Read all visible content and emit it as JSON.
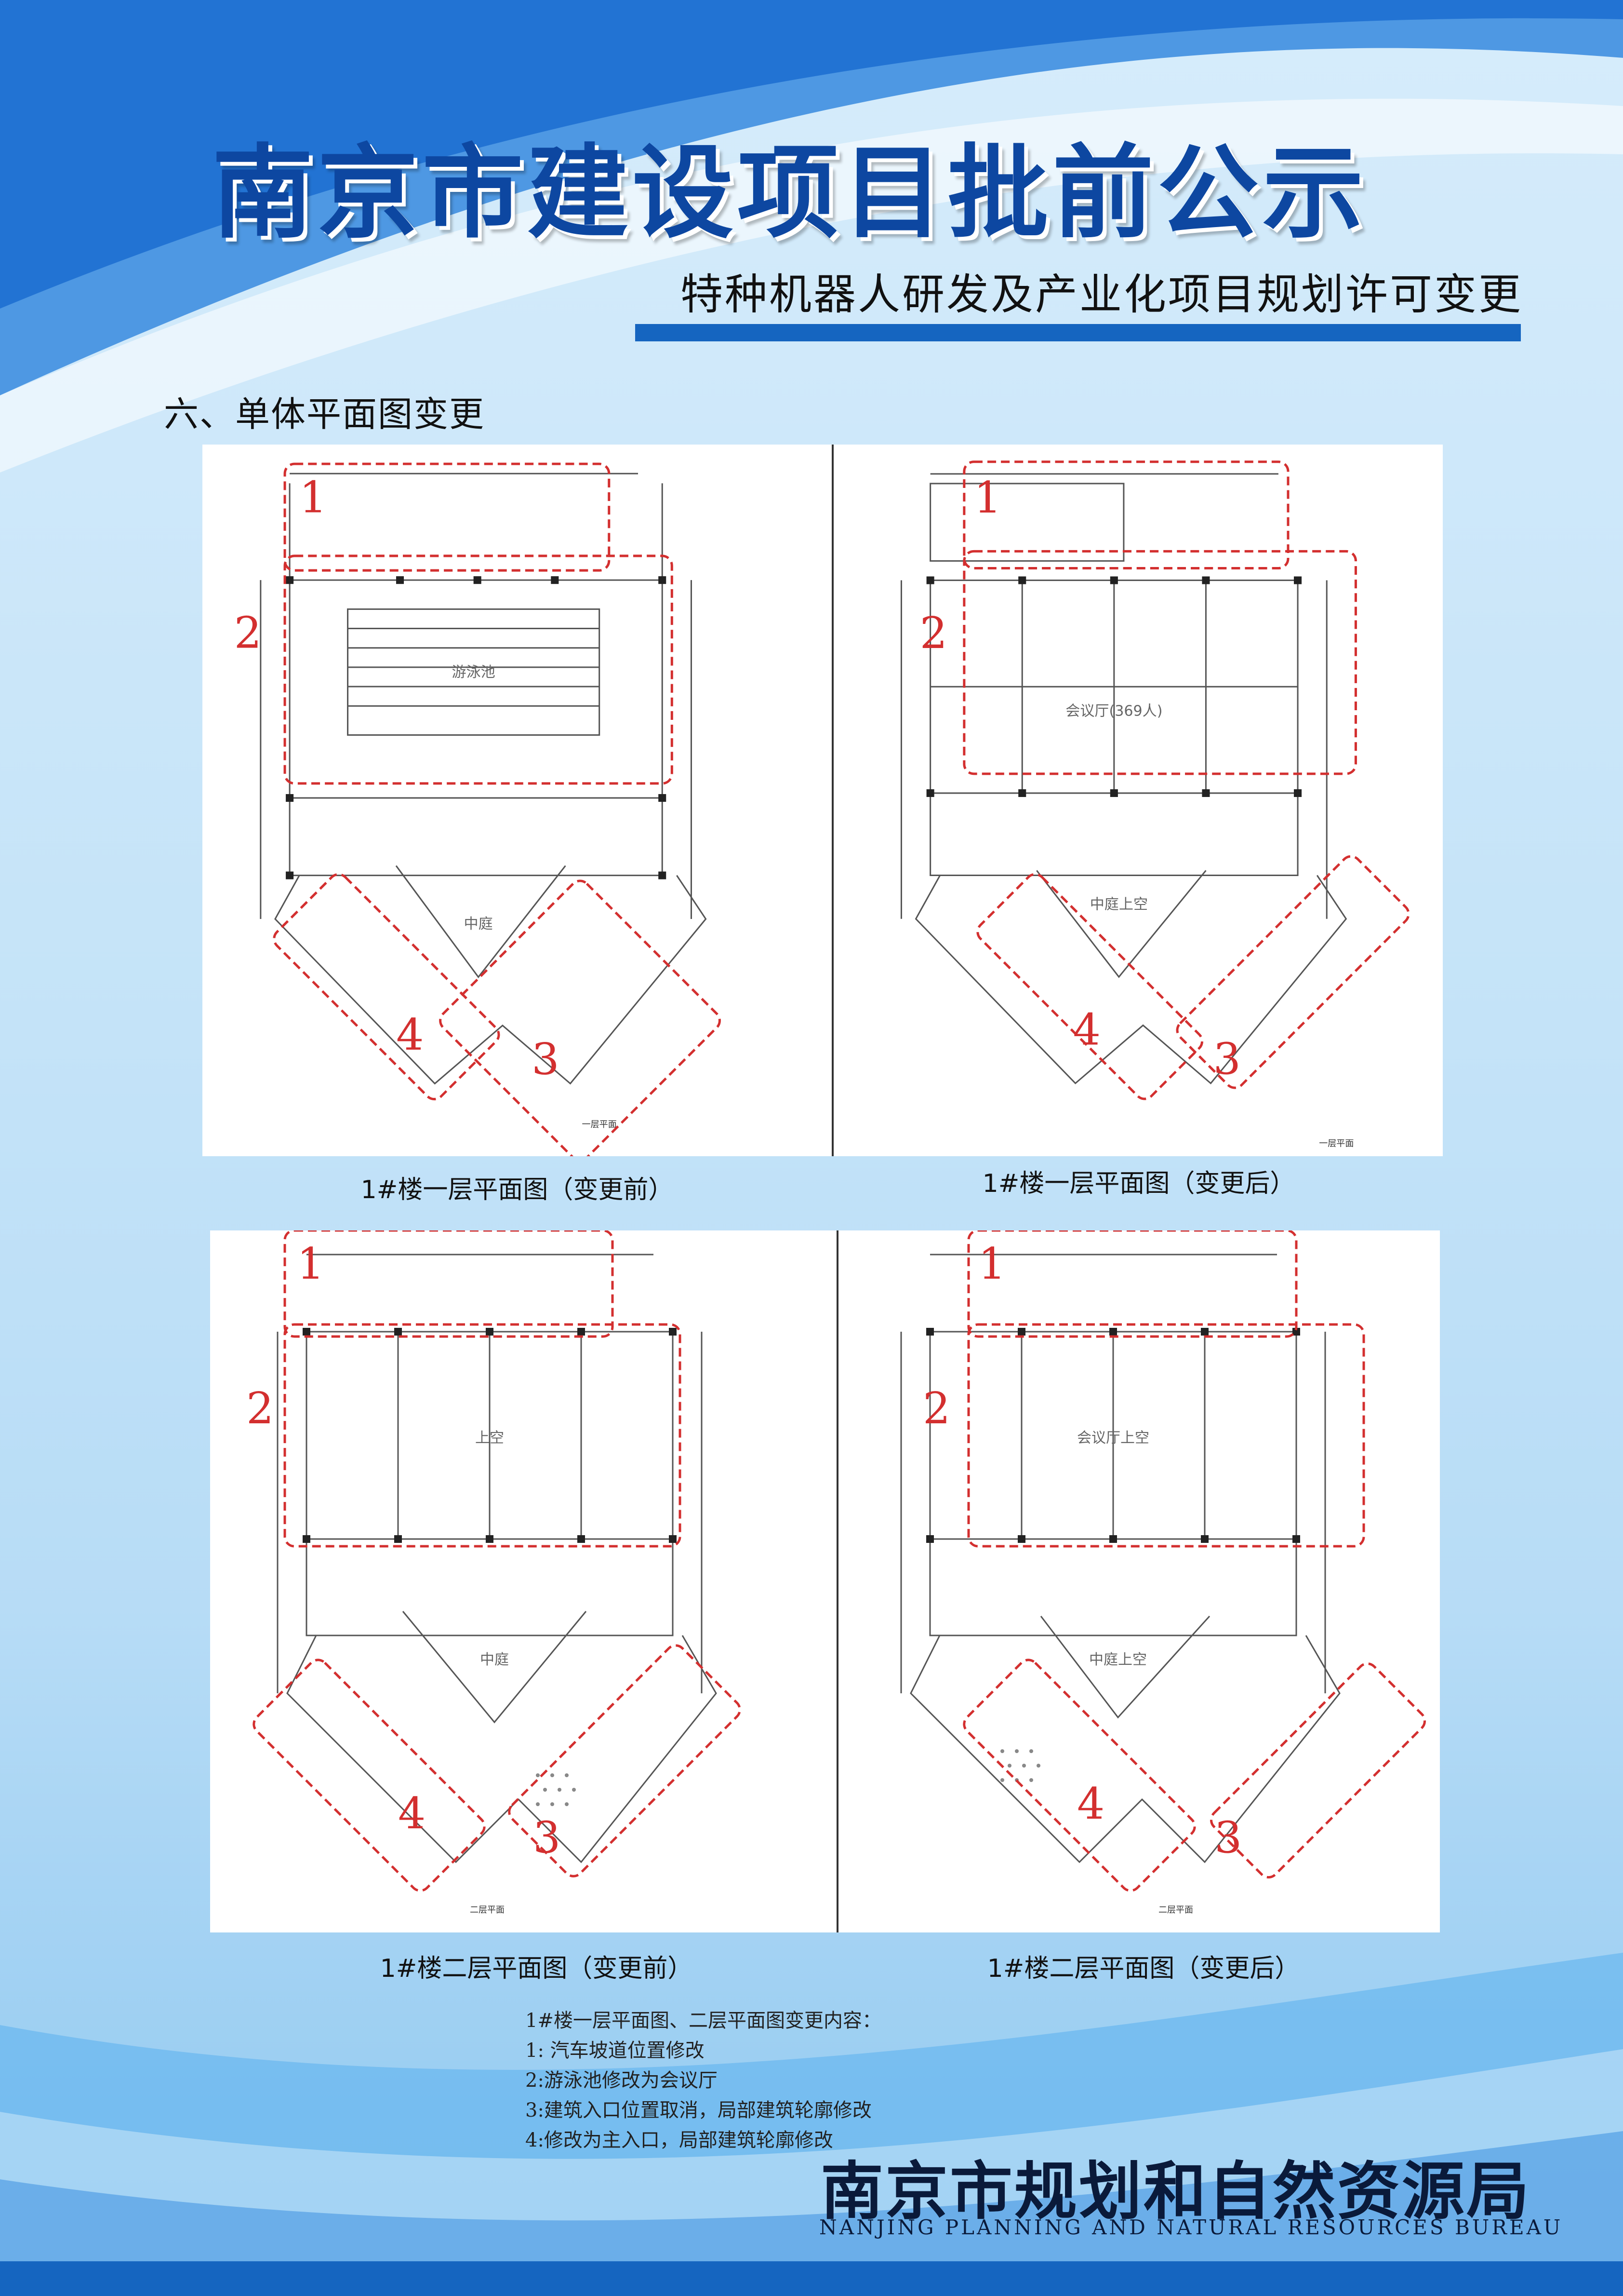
{
  "header": {
    "title": "南京市建设项目批前公示",
    "subtitle": "特种机器人研发及产业化项目规划许可变更"
  },
  "section": {
    "heading": "六、单体平面图变更"
  },
  "plans": [
    {
      "caption": "1#楼一层平面图（变更前）",
      "room_label": "游泳池",
      "title_label": "一层平面",
      "court_label": "中庭",
      "markers": [
        "1",
        "2",
        "3",
        "4"
      ]
    },
    {
      "caption": "1#楼一层平面图（变更后）",
      "room_label": "会议厅(369人)",
      "title_label": "一层平面",
      "court_label": "中庭上空",
      "markers": [
        "1",
        "2",
        "3",
        "4"
      ]
    },
    {
      "caption": "1#楼二层平面图（变更前）",
      "room_label": "上空",
      "title_label": "二层平面",
      "court_label": "中庭",
      "markers": [
        "1",
        "2",
        "3",
        "4"
      ]
    },
    {
      "caption": "1#楼二层平面图（变更后）",
      "room_label": "会议厅上空",
      "title_label": "二层平面",
      "court_label": "中庭上空",
      "markers": [
        "1",
        "2",
        "3",
        "4"
      ]
    }
  ],
  "notes": {
    "heading": "1#楼一层平面图、二层平面图变更内容：",
    "items": [
      "1: 汽车坡道位置修改",
      "2:游泳池修改为会议厅",
      "3:建筑入口位置取消，局部建筑轮廓修改",
      "4:修改为主入口，局部建筑轮廓修改"
    ]
  },
  "footer": {
    "org_name": "南京市规划和自然资源局",
    "org_name_en": "NANJING PLANNING AND NATURAL RESOURCES BUREAU"
  },
  "colors": {
    "primary_blue": "#1565c0",
    "title_blue": "#0d47a1",
    "marker_red": "#d32f2f"
  }
}
